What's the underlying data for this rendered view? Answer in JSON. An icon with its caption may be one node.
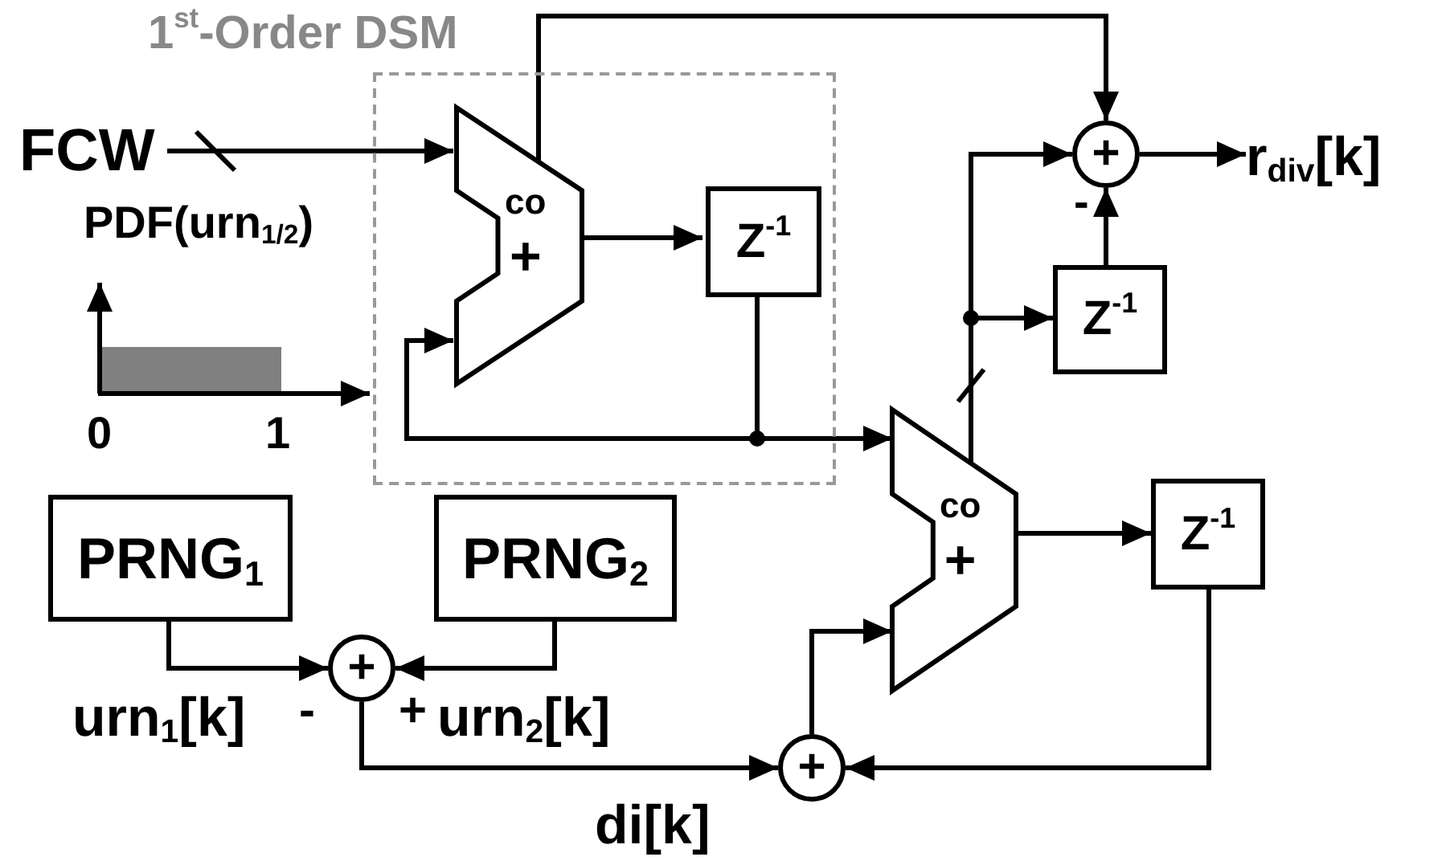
{
  "diagram": {
    "nodes": [
      {
        "text": [
          "1$^{st}$-Order DSM"
        ]
      },
      {
        "text": [
          "FCW"
        ]
      },
      {
        "text": [
          "co",
          "+"
        ],
        "in": 0
      },
      {
        "text": [
          "Z$^{-1}$"
        ],
        "in": 0
      },
      {
        "text": [
          "PRNG$_{1}$"
        ]
      },
      {
        "text": [
          "PRNG$_{2}$"
        ]
      },
      {
        "text": [
          "+"
        ]
      },
      {
        "text": [
          "co",
          "+"
        ]
      },
      {
        "text": [
          "Z$^{-1}$"
        ]
      },
      {
        "text": [
          "+"
        ]
      },
      {
        "text": [
          "Z$^{-1}$"
        ]
      },
      {
        "text": [
          "+"
        ]
      },
      {
        "text": [
          "r$_{div}$[k]"
        ]
      }
    ],
    "edges": [
      {
        "from": 1,
        "to": 2,
        "arrow": "to"
      },
      {
        "from": 2,
        "to": 11,
        "arrow": "to"
      },
      {
        "from": 2,
        "to": 3,
        "arrow": "to"
      },
      {
        "from": 3,
        "to": 2,
        "arrow": "to"
      },
      {
        "from": 3,
        "to": 7,
        "arrow": "to"
      },
      {
        "from": 7,
        "to": 11,
        "arrow": "to"
      },
      {
        "from": 7,
        "to": 10,
        "arrow": "to"
      },
      {
        "from": 10,
        "to": 11,
        "arrow": "to"
      },
      {
        "from": 11,
        "to": 12,
        "arrow": "to"
      },
      {
        "from": 7,
        "to": 8,
        "arrow": "to"
      },
      {
        "from": 8,
        "to": 9,
        "arrow": "to"
      },
      {
        "from": 4,
        "to": 6,
        "arrow": "to"
      },
      {
        "from": 5,
        "to": 6,
        "arrow": "to"
      },
      {
        "from": 6,
        "to": 9,
        "arrow": "to"
      },
      {
        "from": 9,
        "to": 7,
        "arrow": "to"
      }
    ],
    "labels": [
      "-",
      "PDF(urn$_{1/2}$)",
      "0",
      "1",
      "urn$_{1}$[k]",
      "-",
      "+",
      "urn$_{2}$[k]",
      "di[k]"
    ]
  }
}
